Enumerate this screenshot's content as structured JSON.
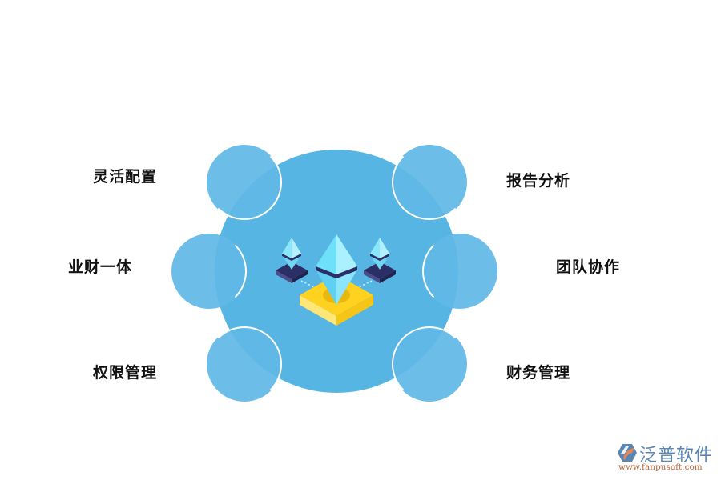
{
  "diagram": {
    "center_icon": "ethereum-blockchain-isometric-icon",
    "colors": {
      "big_circle": "#57b5e3",
      "node_circle": "#5fb9e6",
      "node_border": "#ffffff",
      "label_text": "#111111",
      "platform_yellow": "#ffd21f",
      "crystal_light": "#7fe0f7",
      "crystal_dark": "#2b2f66"
    },
    "nodes": [
      {
        "position": "top-left",
        "label": "灵活配置"
      },
      {
        "position": "middle-left",
        "label": "业财一体"
      },
      {
        "position": "bottom-left",
        "label": "权限管理"
      },
      {
        "position": "top-right",
        "label": "报告分析"
      },
      {
        "position": "middle-right",
        "label": "团队协作"
      },
      {
        "position": "bottom-right",
        "label": "财务管理"
      }
    ]
  },
  "logo": {
    "name": "泛普软件",
    "url": "www.fanpusoft.com",
    "name_color": "#5a86b4",
    "url_color": "#c0683a"
  }
}
